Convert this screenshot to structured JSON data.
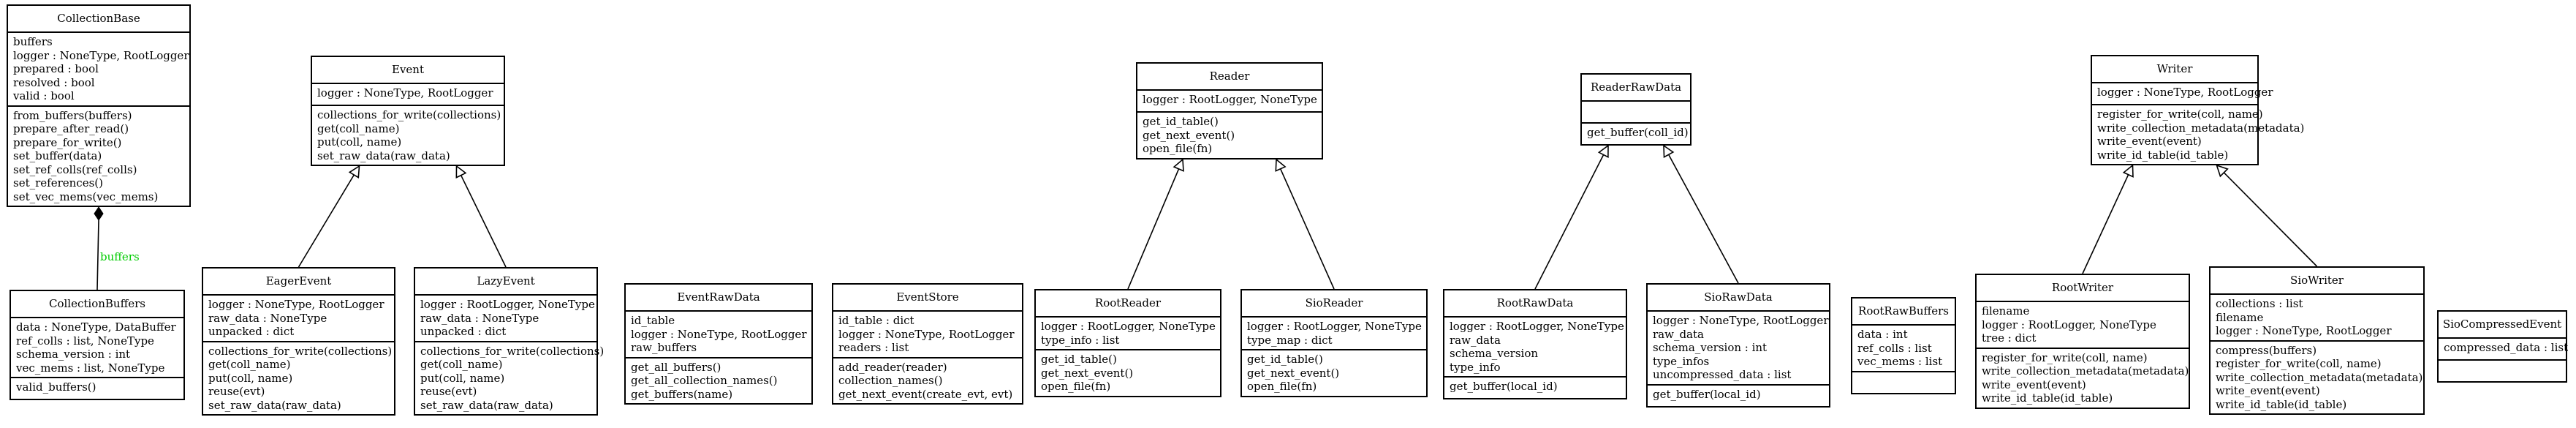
{
  "colors": {
    "line": "#000000",
    "edge_label": "#00cc00",
    "background": "#ffffff"
  },
  "classes": [
    {
      "id": "CollectionBase",
      "name": "CollectionBase",
      "attributes": [
        "buffers",
        "logger : NoneType, RootLogger",
        "prepared : bool",
        "resolved : bool",
        "valid : bool"
      ],
      "methods": [
        "from_buffers(buffers)",
        "prepare_after_read()",
        "prepare_for_write()",
        "set_buffer(data)",
        "set_ref_colls(ref_colls)",
        "set_references()",
        "set_vec_mems(vec_mems)"
      ]
    },
    {
      "id": "CollectionBuffers",
      "name": "CollectionBuffers",
      "attributes": [
        "data : NoneType, DataBuffer",
        "ref_colls : list, NoneType",
        "schema_version : int",
        "vec_mems : list, NoneType"
      ],
      "methods": [
        "valid_buffers()"
      ]
    },
    {
      "id": "Event",
      "name": "Event",
      "attributes": [
        "logger : NoneType, RootLogger"
      ],
      "methods": [
        "collections_for_write(collections)",
        "get(coll_name)",
        "put(coll, name)",
        "set_raw_data(raw_data)"
      ]
    },
    {
      "id": "EagerEvent",
      "name": "EagerEvent",
      "attributes": [
        "logger : NoneType, RootLogger",
        "raw_data : NoneType",
        "unpacked : dict"
      ],
      "methods": [
        "collections_for_write(collections)",
        "get(coll_name)",
        "put(coll, name)",
        "reuse(evt)",
        "set_raw_data(raw_data)"
      ]
    },
    {
      "id": "LazyEvent",
      "name": "LazyEvent",
      "attributes": [
        "logger : RootLogger, NoneType",
        "raw_data : NoneType",
        "unpacked : dict"
      ],
      "methods": [
        "collections_for_write(collections)",
        "get(coll_name)",
        "put(coll, name)",
        "reuse(evt)",
        "set_raw_data(raw_data)"
      ]
    },
    {
      "id": "EventRawData",
      "name": "EventRawData",
      "attributes": [
        "id_table",
        "logger : NoneType, RootLogger",
        "raw_buffers"
      ],
      "methods": [
        "get_all_buffers()",
        "get_all_collection_names()",
        "get_buffers(name)"
      ]
    },
    {
      "id": "EventStore",
      "name": "EventStore",
      "attributes": [
        "id_table : dict",
        "logger : NoneType, RootLogger",
        "readers : list"
      ],
      "methods": [
        "add_reader(reader)",
        "collection_names()",
        "get_next_event(create_evt, evt)"
      ]
    },
    {
      "id": "Reader",
      "name": "Reader",
      "attributes": [
        "logger : RootLogger, NoneType"
      ],
      "methods": [
        "get_id_table()",
        "get_next_event()",
        "open_file(fn)"
      ]
    },
    {
      "id": "RootReader",
      "name": "RootReader",
      "attributes": [
        "logger : RootLogger, NoneType",
        "type_info : list"
      ],
      "methods": [
        "get_id_table()",
        "get_next_event()",
        "open_file(fn)"
      ]
    },
    {
      "id": "SioReader",
      "name": "SioReader",
      "attributes": [
        "logger : RootLogger, NoneType",
        "type_map : dict"
      ],
      "methods": [
        "get_id_table()",
        "get_next_event()",
        "open_file(fn)"
      ]
    },
    {
      "id": "ReaderRawData",
      "name": "ReaderRawData",
      "attributes": [],
      "methods": [
        "get_buffer(coll_id)"
      ]
    },
    {
      "id": "RootRawData",
      "name": "RootRawData",
      "attributes": [
        "logger : RootLogger, NoneType",
        "raw_data",
        "schema_version",
        "type_info"
      ],
      "methods": [
        "get_buffer(local_id)"
      ]
    },
    {
      "id": "SioRawData",
      "name": "SioRawData",
      "attributes": [
        "logger : NoneType, RootLogger",
        "raw_data",
        "schema_version : int",
        "type_infos",
        "uncompressed_data : list"
      ],
      "methods": [
        "get_buffer(local_id)"
      ]
    },
    {
      "id": "RootRawBuffers",
      "name": "RootRawBuffers",
      "attributes": [
        "data : int",
        "ref_colls : list",
        "vec_mems : list"
      ],
      "methods": []
    },
    {
      "id": "Writer",
      "name": "Writer",
      "attributes": [
        "logger : NoneType, RootLogger"
      ],
      "methods": [
        "register_for_write(coll, name)",
        "write_collection_metadata(metadata)",
        "write_event(event)",
        "write_id_table(id_table)"
      ]
    },
    {
      "id": "RootWriter",
      "name": "RootWriter",
      "attributes": [
        "filename",
        "logger : RootLogger, NoneType",
        "tree : dict"
      ],
      "methods": [
        "register_for_write(coll, name)",
        "write_collection_metadata(metadata)",
        "write_event(event)",
        "write_id_table(id_table)"
      ]
    },
    {
      "id": "SioWriter",
      "name": "SioWriter",
      "attributes": [
        "collections : list",
        "filename",
        "logger : NoneType, RootLogger"
      ],
      "methods": [
        "compress(buffers)",
        "register_for_write(coll, name)",
        "write_collection_metadata(metadata)",
        "write_event(event)",
        "write_id_table(id_table)"
      ]
    },
    {
      "id": "SioCompressedEvent",
      "name": "SioCompressedEvent",
      "attributes": [
        "compressed_data : list"
      ],
      "methods": []
    }
  ],
  "relations": [
    {
      "type": "composition",
      "from": "CollectionBuffers",
      "to": "CollectionBase",
      "label": "buffers"
    },
    {
      "type": "inheritance",
      "from": "EagerEvent",
      "to": "Event"
    },
    {
      "type": "inheritance",
      "from": "LazyEvent",
      "to": "Event"
    },
    {
      "type": "inheritance",
      "from": "RootReader",
      "to": "Reader"
    },
    {
      "type": "inheritance",
      "from": "SioReader",
      "to": "Reader"
    },
    {
      "type": "inheritance",
      "from": "RootRawData",
      "to": "ReaderRawData"
    },
    {
      "type": "inheritance",
      "from": "SioRawData",
      "to": "ReaderRawData"
    },
    {
      "type": "inheritance",
      "from": "RootWriter",
      "to": "Writer"
    },
    {
      "type": "inheritance",
      "from": "SioWriter",
      "to": "Writer"
    }
  ]
}
